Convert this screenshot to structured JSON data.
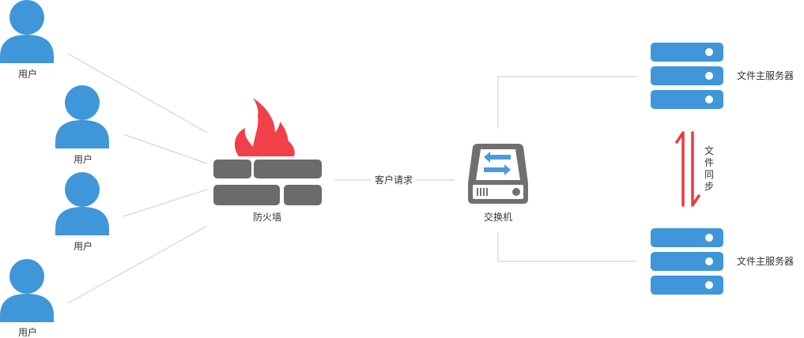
{
  "colors": {
    "user": "#3f96d8",
    "firewall_brick": "#6b6b6b",
    "flame": "#f0404a",
    "switch_body": "#707070",
    "switch_arrows": "#4b9be0",
    "server": "#3f96d8",
    "line": "#cccccc",
    "sync_arrow": "#ea3b3b",
    "text": "#333333"
  },
  "users": [
    {
      "label": "用户",
      "icon": "user-icon"
    },
    {
      "label": "用户",
      "icon": "user-icon"
    },
    {
      "label": "用户",
      "icon": "user-icon"
    },
    {
      "label": "用户",
      "icon": "user-icon"
    }
  ],
  "firewall": {
    "label": "防火墙",
    "icon": "firewall-icon"
  },
  "connection": {
    "label": "客户请求"
  },
  "switch": {
    "label": "交换机",
    "icon": "switch-icon"
  },
  "servers": [
    {
      "label": "文件主服务器",
      "icon": "server-icon"
    },
    {
      "label": "文件主服务器",
      "icon": "server-icon"
    }
  ],
  "sync": {
    "label": "文件同步",
    "icon": "sync-arrows-icon"
  }
}
